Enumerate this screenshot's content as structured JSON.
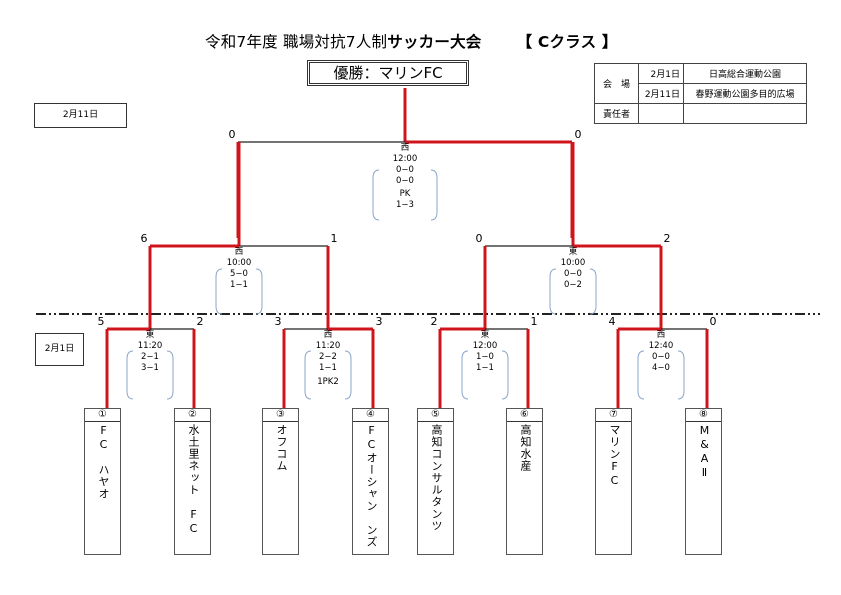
{
  "title": {
    "prefix": "令和7年度 職場対抗7人制",
    "main": "サッカー大会",
    "class_label": "【 Cクラス 】"
  },
  "champion": "優勝：マリンFC",
  "dates": {
    "upper": "2月11日",
    "lower": "2月1日"
  },
  "venue_table": {
    "venue_label": "会　場",
    "rows": [
      {
        "date": "2月1日",
        "place": "日高総合運動公園"
      },
      {
        "date": "2月11日",
        "place": "春野運動公園多目的広場"
      }
    ],
    "manager_label": "責任者",
    "manager_value": ""
  },
  "colors": {
    "winner_line": "#d0141c",
    "normal_line": "#222222",
    "bracket_curve": "#8aa4c8"
  },
  "matches": {
    "final": {
      "field": "西",
      "time": "12:00",
      "left_score": "0",
      "right_score": "0",
      "details": [
        "0−0",
        "0−0",
        "PK",
        "1−3"
      ],
      "winner": "right"
    },
    "semi1": {
      "field": "西",
      "time": "10:00",
      "left_score": "6",
      "right_score": "1",
      "details": [
        "5−0",
        "1−1"
      ],
      "winner": "left"
    },
    "semi2": {
      "field": "東",
      "time": "10:00",
      "left_score": "0",
      "right_score": "2",
      "details": [
        "0−0",
        "0−2"
      ],
      "winner": "right"
    },
    "r1_1": {
      "field": "東",
      "time": "11:20",
      "left_score": "5",
      "right_score": "2",
      "details": [
        "2−1",
        "3−1"
      ],
      "winner": "left"
    },
    "r1_2": {
      "field": "西",
      "time": "11:20",
      "left_score": "3",
      "right_score": "3",
      "details": [
        "2−2",
        "1−1",
        "1PK2"
      ],
      "winner": "right"
    },
    "r1_3": {
      "field": "東",
      "time": "12:00",
      "left_score": "2",
      "right_score": "1",
      "details": [
        "1−0",
        "1−1"
      ],
      "winner": "left"
    },
    "r1_4": {
      "field": "西",
      "time": "12:40",
      "left_score": "4",
      "right_score": "0",
      "details": [
        "0−0",
        "4−0"
      ],
      "winner": "left"
    }
  },
  "teams": [
    {
      "num": "①",
      "name": "FC　ハヤオ"
    },
    {
      "num": "②",
      "name": "水土里ネット　FC"
    },
    {
      "num": "③",
      "name": "オフコム"
    },
    {
      "num": "④",
      "name": "FCオーシャン　ンズ"
    },
    {
      "num": "⑤",
      "name": "高知コンサルタンツ"
    },
    {
      "num": "⑥",
      "name": "高知水産"
    },
    {
      "num": "⑦",
      "name": "マリンFC"
    },
    {
      "num": "⑧",
      "name": "M&AⅡ"
    }
  ]
}
